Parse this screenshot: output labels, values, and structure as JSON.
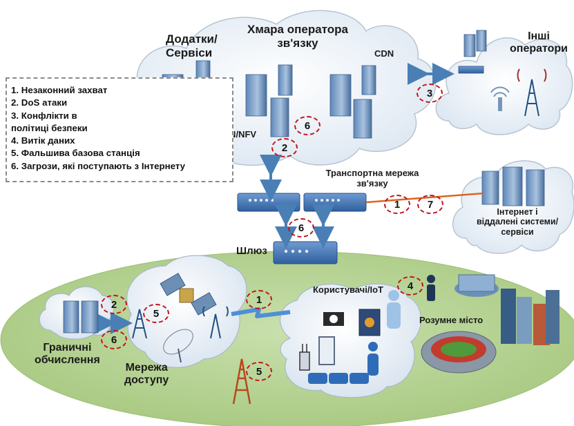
{
  "threats": [
    "1. Незаконний захват",
    "2. DoS атаки",
    "3. Конфлікти в",
    "політиці безпеки",
    "4. Витік даних",
    "5. Фальшива базова станція",
    "6. Загрози, які поступають з Інтернету"
  ],
  "labels": {
    "apps": "Додатки/",
    "apps2": "Сервіси",
    "cloud_title": "Хмара оператора",
    "cloud_title2": "зв'язку",
    "cdn": "CDN",
    "other_ops": "Інші",
    "other_ops2": "оператори",
    "sdn": "SDN/NFV",
    "transport": "Транспортна мережа",
    "transport2": "зв'язку",
    "internet": "Інтернет і",
    "internet2": "віддалені системи/",
    "internet3": "сервіси",
    "gateway": "Шлюз",
    "users": "Користувачі/IoT",
    "smart_city": "Розумне місто",
    "edge": "Граничні",
    "edge2": "обчислення",
    "access": "Мережа",
    "access2": "доступу"
  },
  "markers": [
    "3",
    "6",
    "2",
    "1",
    "7",
    "6",
    "1",
    "4",
    "2",
    "5",
    "6",
    "5"
  ],
  "colors": {
    "red_marker": "#c0141c",
    "arrow_blue": "#4a7fb5",
    "ground_green": "#b9d594",
    "link_orange": "#d9661f"
  }
}
